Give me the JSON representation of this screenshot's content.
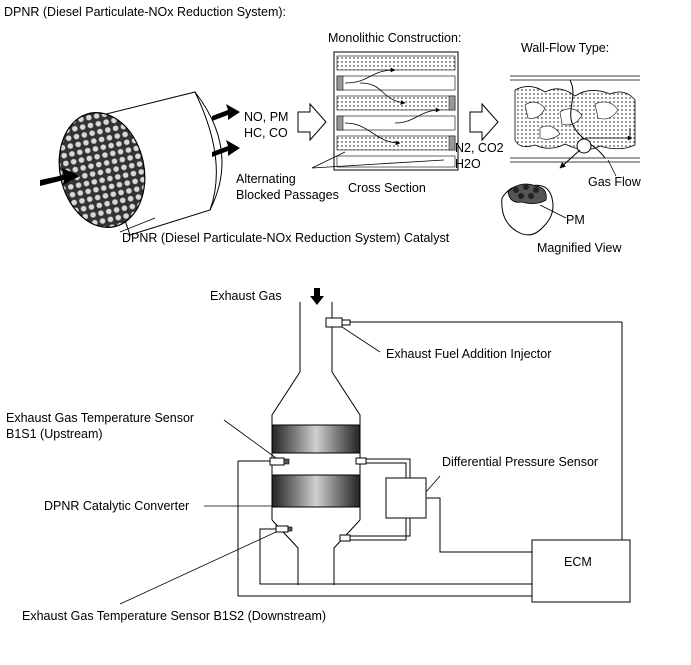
{
  "top": {
    "heading": "DPNR (Diesel Particulate-NOx Reduction System):",
    "monolithic_title": "Monolithic Construction:",
    "wallflow_title": "Wall-Flow Type:",
    "inflow_label_1": "NO, PM",
    "inflow_label_2": "HC, CO",
    "outflow_label_1": "N2, CO2",
    "outflow_label_2": "H2O",
    "alternating_label_1": "Alternating",
    "alternating_label_2": "Blocked Passages",
    "cross_section": "Cross Section",
    "gas_flow": "Gas Flow",
    "pm": "PM",
    "magnified_view": "Magnified View",
    "catalyst_caption": "DPNR (Diesel Particulate-NOx Reduction System) Catalyst"
  },
  "bottom": {
    "exhaust_gas": "Exhaust Gas",
    "injector": "Exhaust Fuel Addition Injector",
    "upstream_sensor_1": "Exhaust Gas Temperature Sensor",
    "upstream_sensor_2": "B1S1 (Upstream)",
    "diff_pressure": "Differential Pressure Sensor",
    "converter": "DPNR Catalytic Converter",
    "ecm": "ECM",
    "downstream_sensor": "Exhaust Gas Temperature Sensor B1S2 (Downstream)"
  }
}
